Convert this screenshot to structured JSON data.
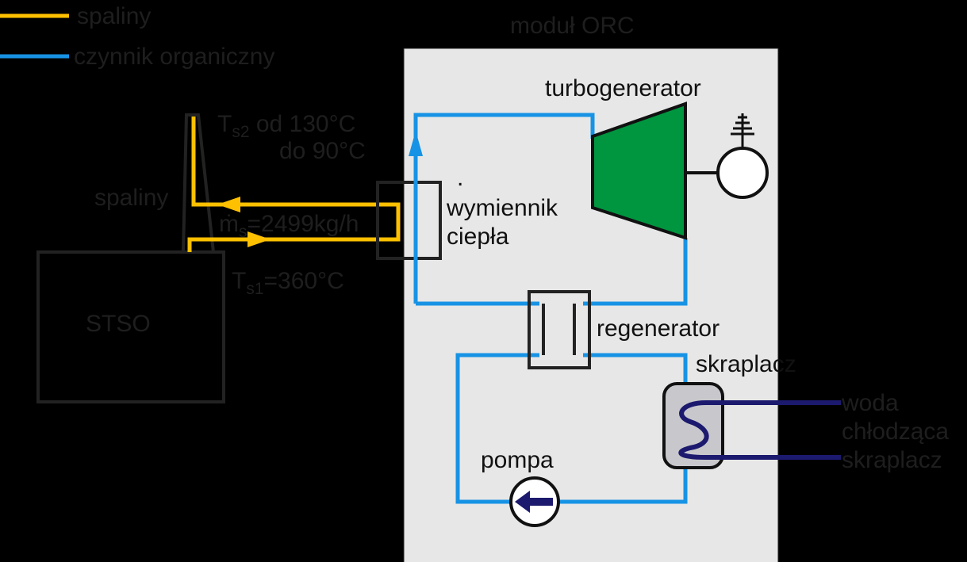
{
  "legend": {
    "exhaust_label": "spaliny",
    "exhaust_color": "#ffc000",
    "organic_label": "czynnik organiczny",
    "organic_color": "#1793e5"
  },
  "module": {
    "title": "moduł ORC",
    "bg_color": "#e7e7e7"
  },
  "stack": {
    "t_out_main": "T",
    "t_out_sub": "s2",
    "t_out_rest": " od 130°C",
    "t_out_line2": "do 90°C",
    "flue_label": "spaliny",
    "flow_main": "ṁ",
    "flow_sub": "s",
    "flow_rest": "=2499kg/h",
    "t_in_main": "T",
    "t_in_sub": "s1",
    "t_in_rest": "=360°C"
  },
  "boiler": {
    "label": "STSO"
  },
  "heat_exchanger": {
    "label_line1": "wymiennik",
    "label_line2": "ciepła"
  },
  "turbogenerator": {
    "label": "turbogenerator",
    "color": "#00963f"
  },
  "regenerator": {
    "label": "regenerator"
  },
  "condenser": {
    "label": "skraplacz",
    "fill_color": "#c8c8cc",
    "coil_color": "#1c1a6e"
  },
  "pump": {
    "label": "pompa"
  },
  "cooling_water": {
    "line1": "woda",
    "line2": "chłodząca",
    "line3": "skraplacz"
  }
}
